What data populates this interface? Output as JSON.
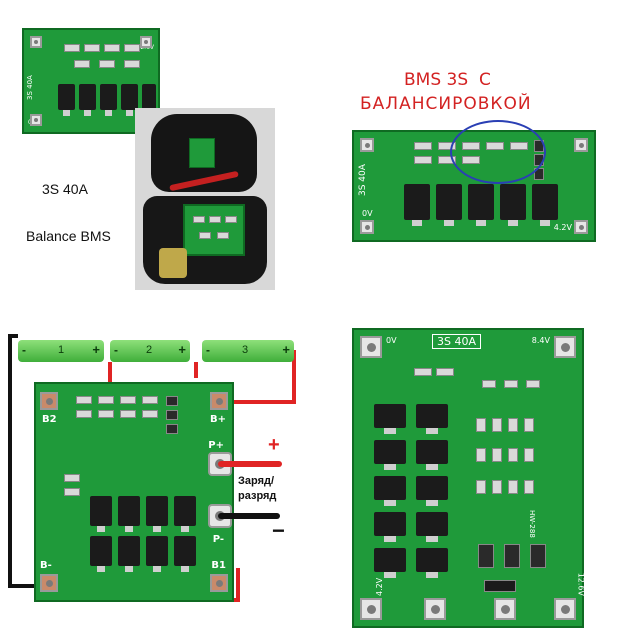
{
  "panel_top_left": {
    "caption_model": "3S 40A",
    "caption_type": "Balance BMS",
    "board_silk_model": "3S 40A",
    "board_silk_v_high": "12.6V",
    "board_silk_v_low": "0V"
  },
  "panel_top_right": {
    "title_line1": "BMS 3S  C",
    "title_line2": "БАЛАНСИРОВКОЙ",
    "board_silk_model": "3S 40A",
    "board_silk_v_high": "4.2V",
    "board_silk_v_low": "0V",
    "highlight_color": "#2a3fb4",
    "title_color": "#d32222"
  },
  "panel_bottom_left": {
    "cells": [
      "1",
      "2",
      "3"
    ],
    "cell_plus": "+",
    "cell_minus": "-",
    "labels": {
      "b2": "B2",
      "b_plus": "B+",
      "p_plus": "P+",
      "p_minus": "P-",
      "b_minus": "B-",
      "b1": "B1",
      "plus_sign": "+",
      "minus_sign": "−",
      "charge_line1": "Заряд/",
      "charge_line2": "разряд"
    },
    "wire_colors": {
      "red": "#e02424",
      "black": "#111111"
    }
  },
  "panel_bottom_right": {
    "board_silk_model": "3S 40A",
    "silk_top_v": "8.4V",
    "silk_bottom_left": "4.2V",
    "silk_bottom_right": "12.6V",
    "silk_side": "HW-288",
    "silk_tl": "0V"
  }
}
